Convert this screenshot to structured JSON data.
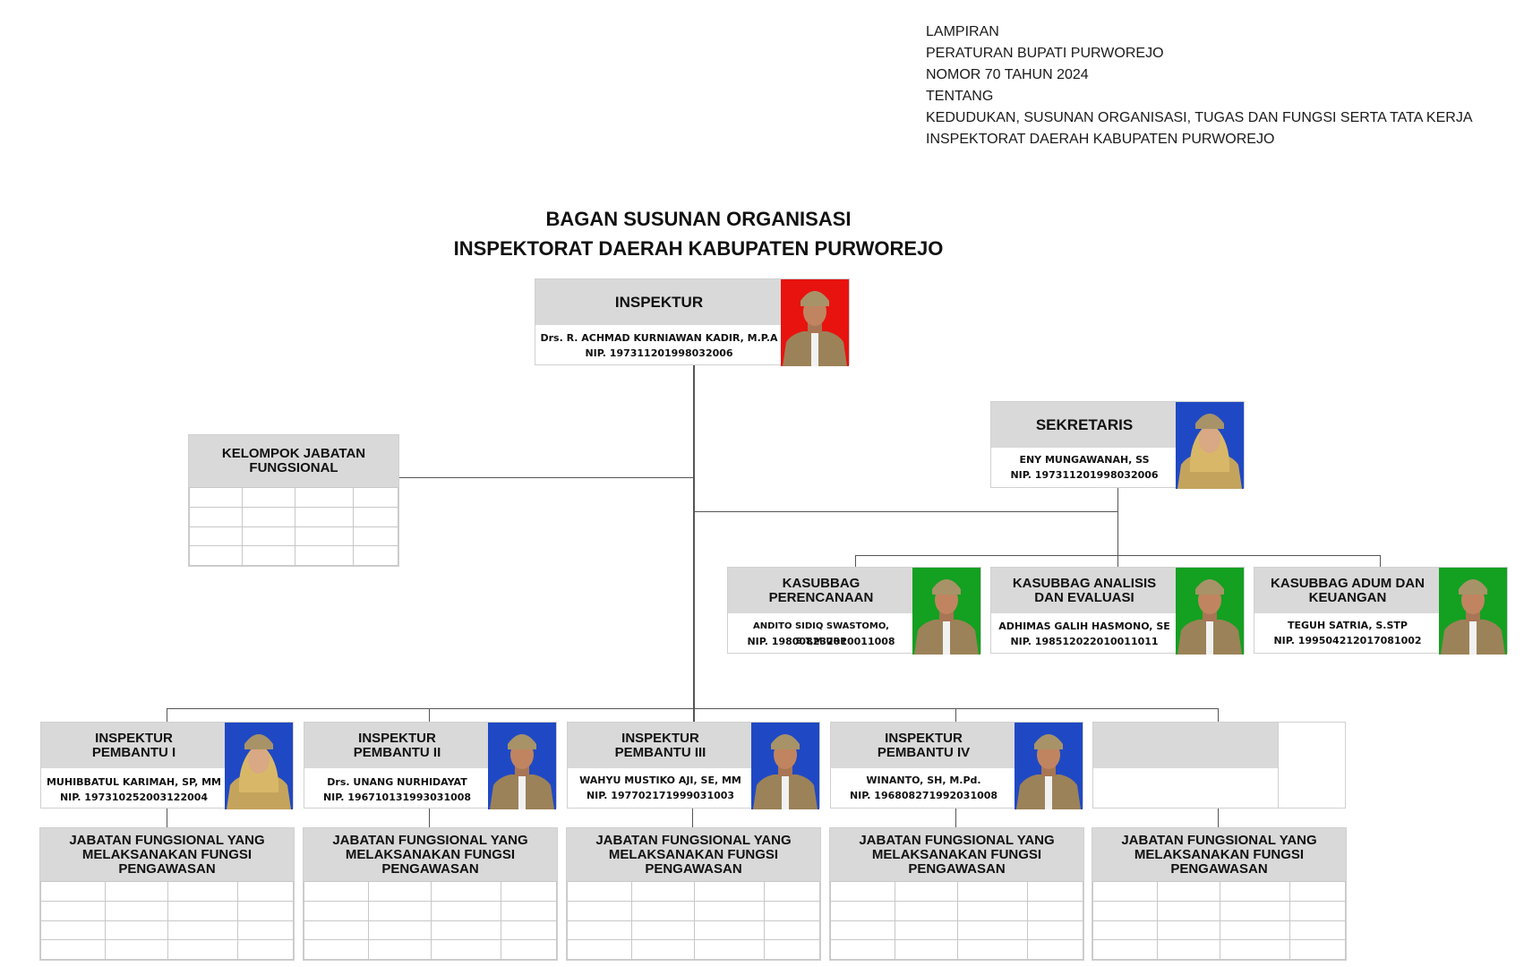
{
  "lampiran": {
    "lines": [
      "LAMPIRAN",
      "PERATURAN BUPATI PURWOREJO",
      "NOMOR 70 TAHUN 2024",
      "TENTANG",
      "KEDUDUKAN, SUSUNAN ORGANISASI, TUGAS DAN FUNGSI SERTA TATA KERJA",
      "INSPEKTORAT DAERAH KABUPATEN PURWOREJO"
    ]
  },
  "title": {
    "line1": "BAGAN SUSUNAN ORGANISASI",
    "line2": "INSPEKTORAT DAERAH KABUPATEN PURWOREJO"
  },
  "inspektur": {
    "title": "INSPEKTUR",
    "name": "Drs. R. ACHMAD KURNIAWAN KADIR, M.P.A",
    "nip": "NIP. 197311201998032006",
    "photo_bg": "#e8130f"
  },
  "sekretaris": {
    "title": "SEKRETARIS",
    "name": "ENY MUNGAWANAH, SS",
    "nip": "NIP. 197311201998032006",
    "photo_bg": "#1f49c4"
  },
  "kelompok": {
    "title_line1": "KELOMPOK JABATAN",
    "title_line2": "FUNGSIONAL"
  },
  "kasubbag": [
    {
      "title_line1": "KASUBBAG",
      "title_line2": "PERENCANAAN",
      "name": "ANDITO SIDIQ SWASTOMO, S.T,M.URP",
      "nip": "NIP. 198008232010011008",
      "photo_bg": "#14a021"
    },
    {
      "title_line1": "KASUBBAG ANALISIS",
      "title_line2": "DAN EVALUASI",
      "name": "ADHIMAS GALIH HASMONO, SE",
      "nip": "NIP. 198512022010011011",
      "photo_bg": "#14a021"
    },
    {
      "title_line1": "KASUBBAG ADUM DAN",
      "title_line2": "KEUANGAN",
      "name": "TEGUH SATRIA, S.STP",
      "nip": "NIP. 199504212017081002",
      "photo_bg": "#14a021"
    }
  ],
  "pembantu": [
    {
      "title_line1": "INSPEKTUR",
      "title_line2": "PEMBANTU I",
      "name": "MUHIBBATUL KARIMAH, SP, MM",
      "nip": "NIP. 197310252003122004",
      "photo_bg": "#1f49c4"
    },
    {
      "title_line1": "INSPEKTUR",
      "title_line2": "PEMBANTU II",
      "name": "Drs. UNANG NURHIDAYAT",
      "nip": "NIP. 196710131993031008",
      "photo_bg": "#1f49c4"
    },
    {
      "title_line1": "INSPEKTUR",
      "title_line2": "PEMBANTU III",
      "name": "WAHYU MUSTIKO AJI, SE, MM",
      "nip": "NIP. 197702171999031003",
      "photo_bg": "#1f49c4"
    },
    {
      "title_line1": "INSPEKTUR",
      "title_line2": "PEMBANTU IV",
      "name": "WINANTO, SH, M.Pd.",
      "nip": "NIP. 196808271992031008",
      "photo_bg": "#1f49c4"
    },
    {
      "title_line1": "",
      "title_line2": "",
      "name": "",
      "nip": ""
    }
  ],
  "fungsional": {
    "line1": "JABATAN FUNGSIONAL YANG",
    "line2": "MELAKSANAKAN FUNGSI",
    "line3": "PENGAWASAN"
  }
}
